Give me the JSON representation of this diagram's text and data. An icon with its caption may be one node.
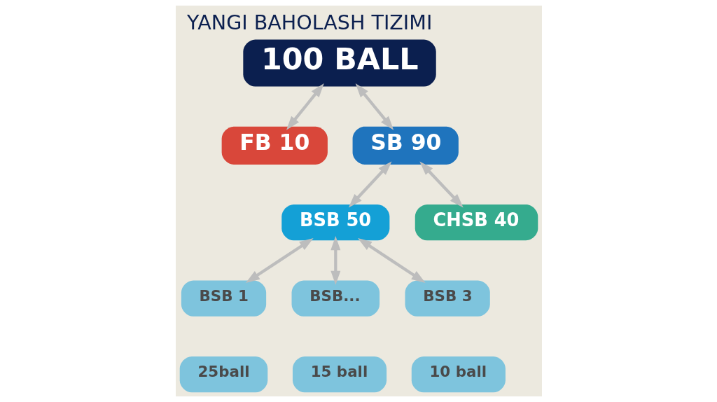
{
  "diagram": {
    "title": "YANGI BAHOLASH TIZIMI",
    "nodes": [
      {
        "text": [
          "100 BALL"
        ]
      },
      {
        "text": [
          "FB 10"
        ]
      },
      {
        "text": [
          "SB 90"
        ]
      },
      {
        "text": [
          "BSB 50"
        ]
      },
      {
        "text": [
          "CHSB 40"
        ]
      },
      {
        "text": [
          "BSB 1"
        ]
      },
      {
        "text": [
          "BSB..."
        ]
      },
      {
        "text": [
          "BSB 3"
        ]
      },
      {
        "text": [
          "25ball"
        ]
      },
      {
        "text": [
          "15 ball"
        ]
      },
      {
        "text": [
          "10 ball"
        ]
      }
    ],
    "edges": [
      {
        "from": 0,
        "to": 1,
        "arrow": "both"
      },
      {
        "from": 0,
        "to": 2,
        "arrow": "both"
      },
      {
        "from": 2,
        "to": 3,
        "arrow": "both"
      },
      {
        "from": 2,
        "to": 4,
        "arrow": "both"
      },
      {
        "from": 3,
        "to": 5,
        "arrow": "both"
      },
      {
        "from": 3,
        "to": 6,
        "arrow": "both"
      },
      {
        "from": 3,
        "to": 7,
        "arrow": "both"
      }
    ]
  }
}
